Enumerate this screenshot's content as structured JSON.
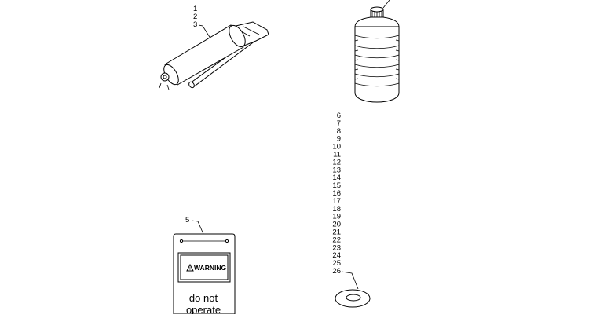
{
  "callouts": {
    "grease_gun": [
      "1",
      "2",
      "3"
    ],
    "tag": "5",
    "washer_list": [
      "6",
      "7",
      "8",
      "9",
      "10",
      "11",
      "12",
      "13",
      "14",
      "15",
      "16",
      "17",
      "18",
      "19",
      "20",
      "21",
      "22",
      "23",
      "24",
      "25",
      "26"
    ]
  },
  "tag": {
    "warning_label": "WARNING",
    "line1": "do not",
    "line2": "operate"
  }
}
